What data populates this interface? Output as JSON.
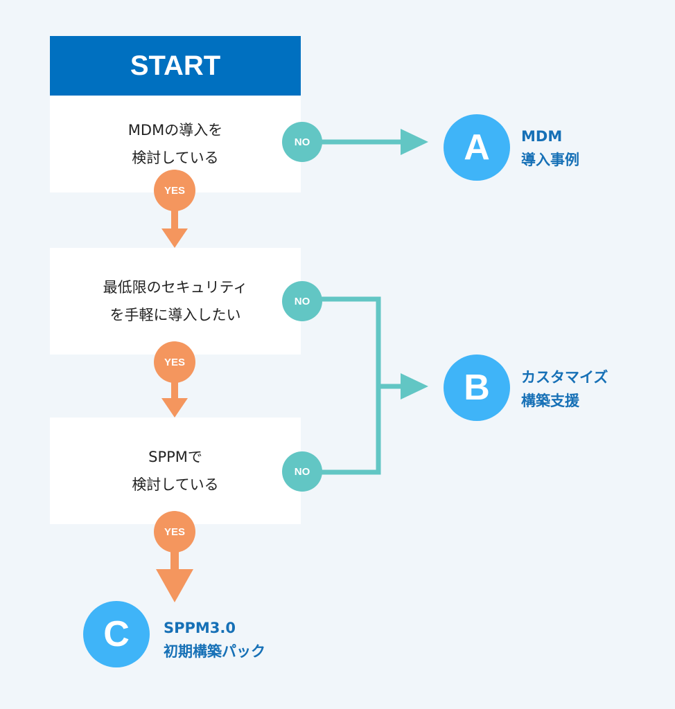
{
  "start": {
    "label": "START"
  },
  "questions": [
    {
      "text": "MDMの導入を\n検討している"
    },
    {
      "text": "最低限のセキュリティ\nを手軽に導入したい"
    },
    {
      "text": "SPPMで\n検討している"
    }
  ],
  "badges": {
    "no": "NO",
    "yes": "YES"
  },
  "results": [
    {
      "letter": "A",
      "label": "MDM\n導入事例"
    },
    {
      "letter": "B",
      "label": "カスタマイズ\n構築支援"
    },
    {
      "letter": "C",
      "label": "SPPM3.0\n初期構築パック"
    }
  ],
  "colors": {
    "header": "#0070c0",
    "no_line": "#62c6c4",
    "yes_line": "#f4965e",
    "result_circle": "#3fb4f8",
    "result_text": "#1670b6",
    "background": "#f1f6fa"
  }
}
